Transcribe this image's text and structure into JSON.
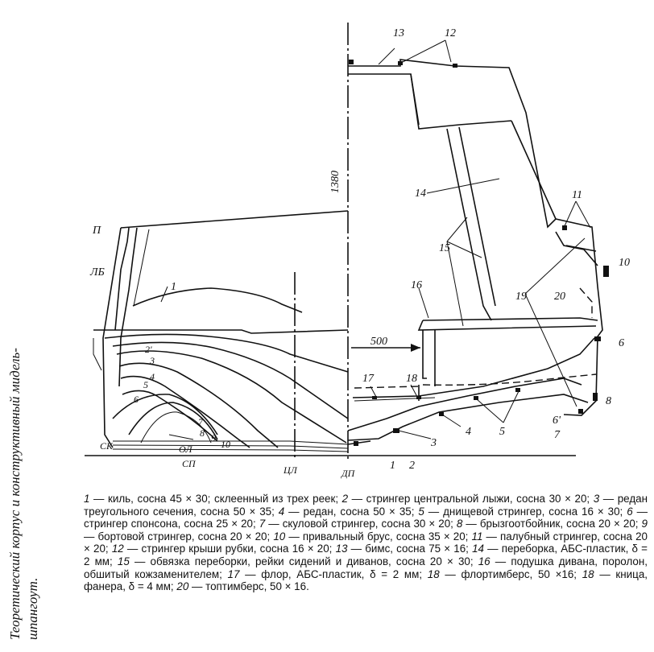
{
  "caption": {
    "line1": "Теоретический корпус и конструктивный мидель-",
    "line2": "шпангоут."
  },
  "drawing": {
    "dim_height": "1380",
    "dim_offset": "500",
    "labels": {
      "P": "П",
      "LB": "ЛБ",
      "SK": "СК",
      "SP": "СП",
      "OL": "ОЛ",
      "CL": "ЦЛ",
      "DP": "ДП",
      "n1_left": "1",
      "n2p": "2'",
      "n3_left": "3",
      "n4_left": "4",
      "n5_left": "5",
      "n6_left": "6",
      "n7_left": "7",
      "n8_left": "8",
      "n9_left": "9",
      "n10_left": "10",
      "n13": "13",
      "n12": "12",
      "n14": "14",
      "n11": "11",
      "n10_right": "10",
      "n15": "15",
      "n16": "16",
      "n19": "19",
      "n20": "20",
      "n6_right": "6",
      "n17": "17",
      "n18": "18",
      "n8_right": "8",
      "n4_right": "4",
      "n5_right": "5",
      "n3_right": "3",
      "n6p_right": "6'",
      "n7_right": "7",
      "n1_right": "1",
      "n2_right": "2"
    }
  },
  "legend": [
    {
      "num": "1",
      "text": " — киль, сосна 45 × 30; склеенный из трех реек; "
    },
    {
      "num": "2",
      "text": " — стрингер центральной лыжи, сосна 30 × 20; "
    },
    {
      "num": "3",
      "text": " — редан треугольного сечения, сосна 50 × 35; "
    },
    {
      "num": "4",
      "text": " — редан, сосна 50 × 35; "
    },
    {
      "num": "5",
      "text": " — днищевой стрингер, сосна 16 × 30; "
    },
    {
      "num": "6",
      "text": " — стрингер спонсона, сосна 25 × 20; "
    },
    {
      "num": "7",
      "text": " — скуловой стрингер, сосна 30 × 20; "
    },
    {
      "num": "8",
      "text": " — брызгоотбойник, сосна 20 × 20; "
    },
    {
      "num": "9",
      "text": " — бортовой стрингер, сосна 20 × 20; "
    },
    {
      "num": "10",
      "text": " — привальный брус, сосна 35 × 20; "
    },
    {
      "num": "11",
      "text": " — палубный стрингер, сосна 20 × 20; "
    },
    {
      "num": "12",
      "text": " — стрингер крыши рубки, сосна 16 × 20; "
    },
    {
      "num": "13",
      "text": " — бимс, сосна 75 × 16; "
    },
    {
      "num": "14",
      "text": " — переборка, АБС-пластик, δ = 2 мм; "
    },
    {
      "num": "15",
      "text": " — обвязка переборки, рейки сидений и диванов, сосна 20 × 30; "
    },
    {
      "num": "16",
      "text": " — подушка дивана, поролон, обшитый кожзаменителем; "
    },
    {
      "num": "17",
      "text": " — флор, АБС-пластик, δ = 2 мм; "
    },
    {
      "num": "18",
      "text": " — флортимберс, 50 ×16; "
    },
    {
      "num": "18",
      "text": " — кница, фанера, δ = 4 мм; "
    },
    {
      "num": "20",
      "text": " — топтимберс, 50 × 16."
    }
  ]
}
